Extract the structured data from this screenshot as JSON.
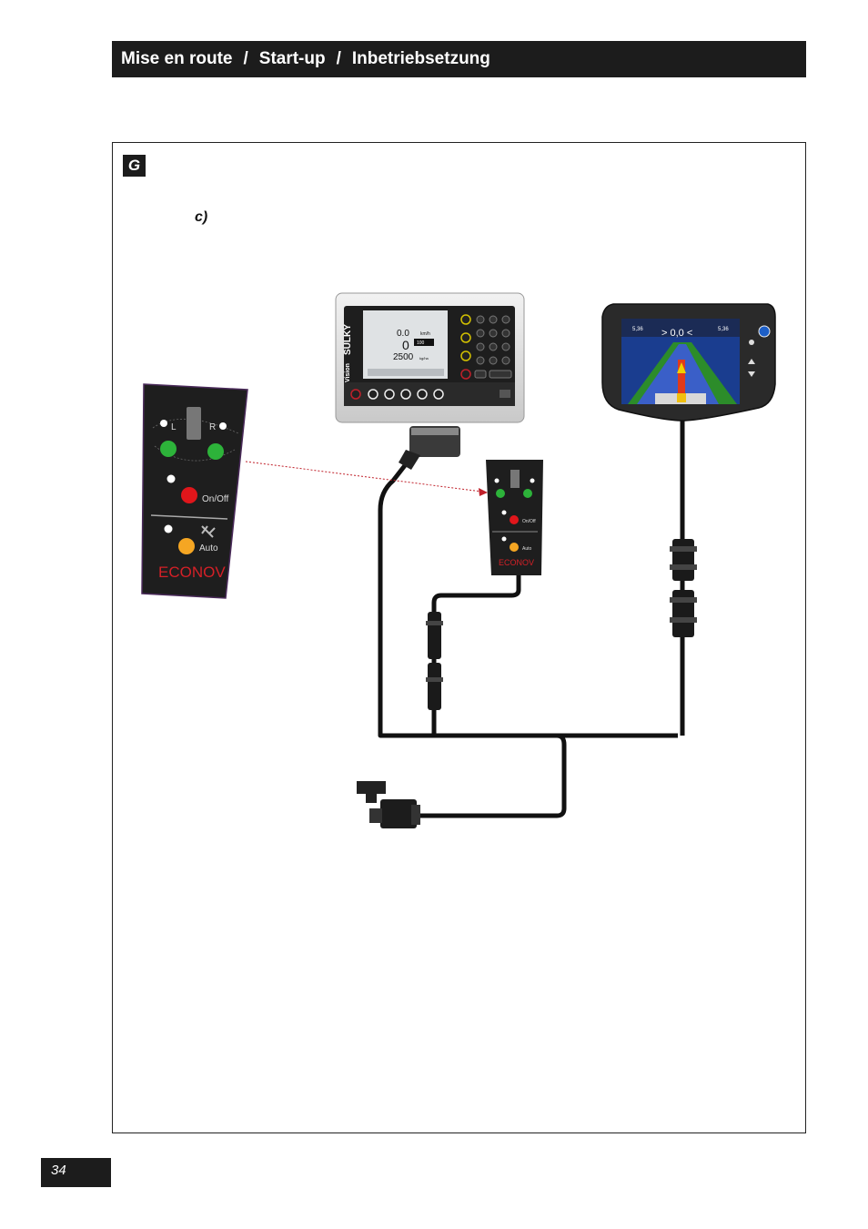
{
  "header": {
    "title_fr": "Mise en route",
    "title_en": "Start-up",
    "title_de": "Inbetriebsetzung",
    "separator": "/"
  },
  "figure": {
    "label": "G",
    "step": "c)"
  },
  "terminal": {
    "brand": "SULKY",
    "model": "Vision",
    "screen_speed": "0.0",
    "screen_speed_unit": "km/h",
    "screen_big": "0",
    "screen_small_box": "100",
    "screen_rate": "2500",
    "screen_rate_unit": "kg/ha"
  },
  "gps": {
    "left_value": "5,36",
    "right_value": "5,36",
    "center_value": "> 0,0 <"
  },
  "control_box": {
    "left_label": "L",
    "right_label": "R",
    "onoff_label": "On/Off",
    "auto_label": "Auto",
    "brand": "ECONOV"
  },
  "page": {
    "number": "34"
  },
  "colors": {
    "header_bg": "#1c1c1c",
    "green_led": "#2db33a",
    "red_led": "#e0161b",
    "orange_led": "#f5a623",
    "econov_red": "#d42027"
  }
}
